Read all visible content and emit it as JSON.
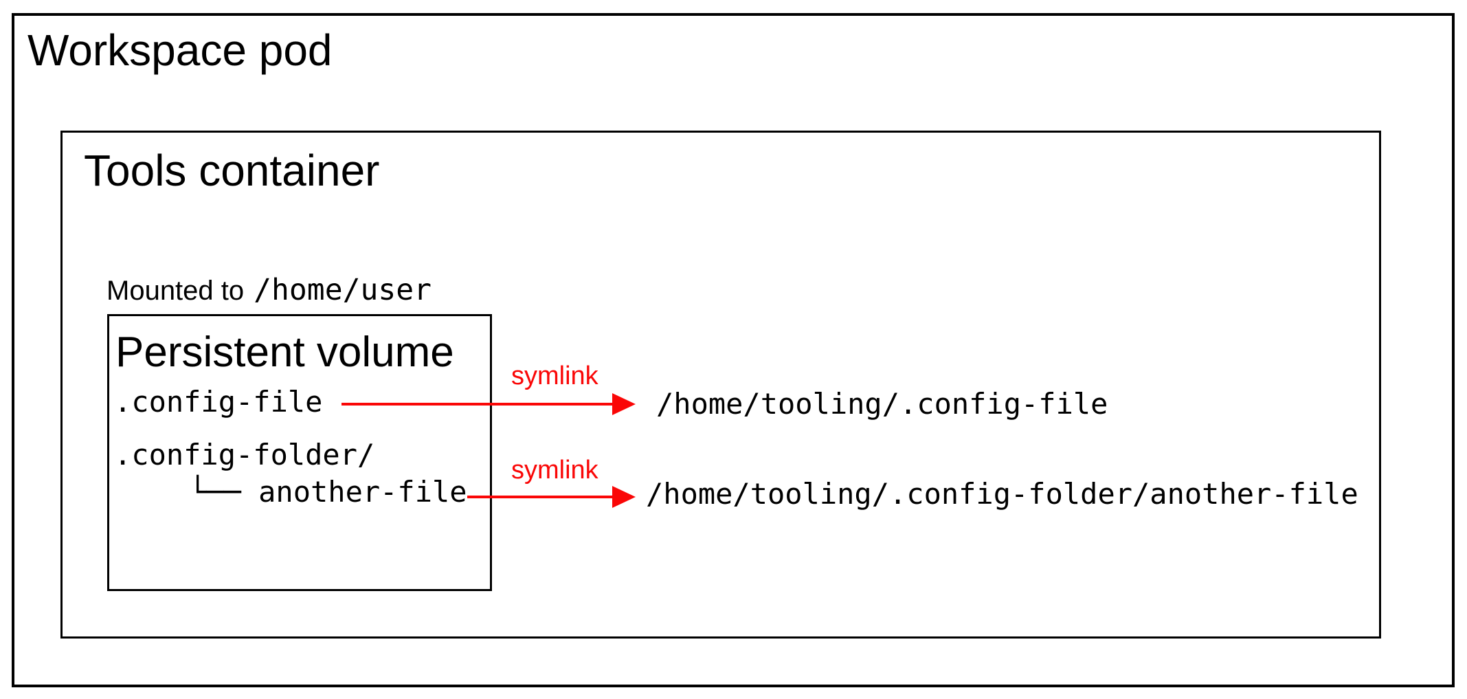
{
  "workspace_pod": {
    "title": "Workspace pod"
  },
  "tools_container": {
    "title": "Tools container"
  },
  "mount": {
    "prefix": "Mounted to",
    "path": "/home/user"
  },
  "persistent_volume": {
    "title": "Persistent volume",
    "entries": [
      ".config-file",
      ".config-folder/",
      "└── another-file"
    ]
  },
  "symlinks": [
    {
      "label": "symlink",
      "target": "/home/tooling/.config-file"
    },
    {
      "label": "symlink",
      "target": "/home/tooling/.config-folder/another-file"
    }
  ],
  "colors": {
    "arrow": "#fa0707",
    "border": "#000000",
    "text": "#000000",
    "background": "#ffffff"
  }
}
